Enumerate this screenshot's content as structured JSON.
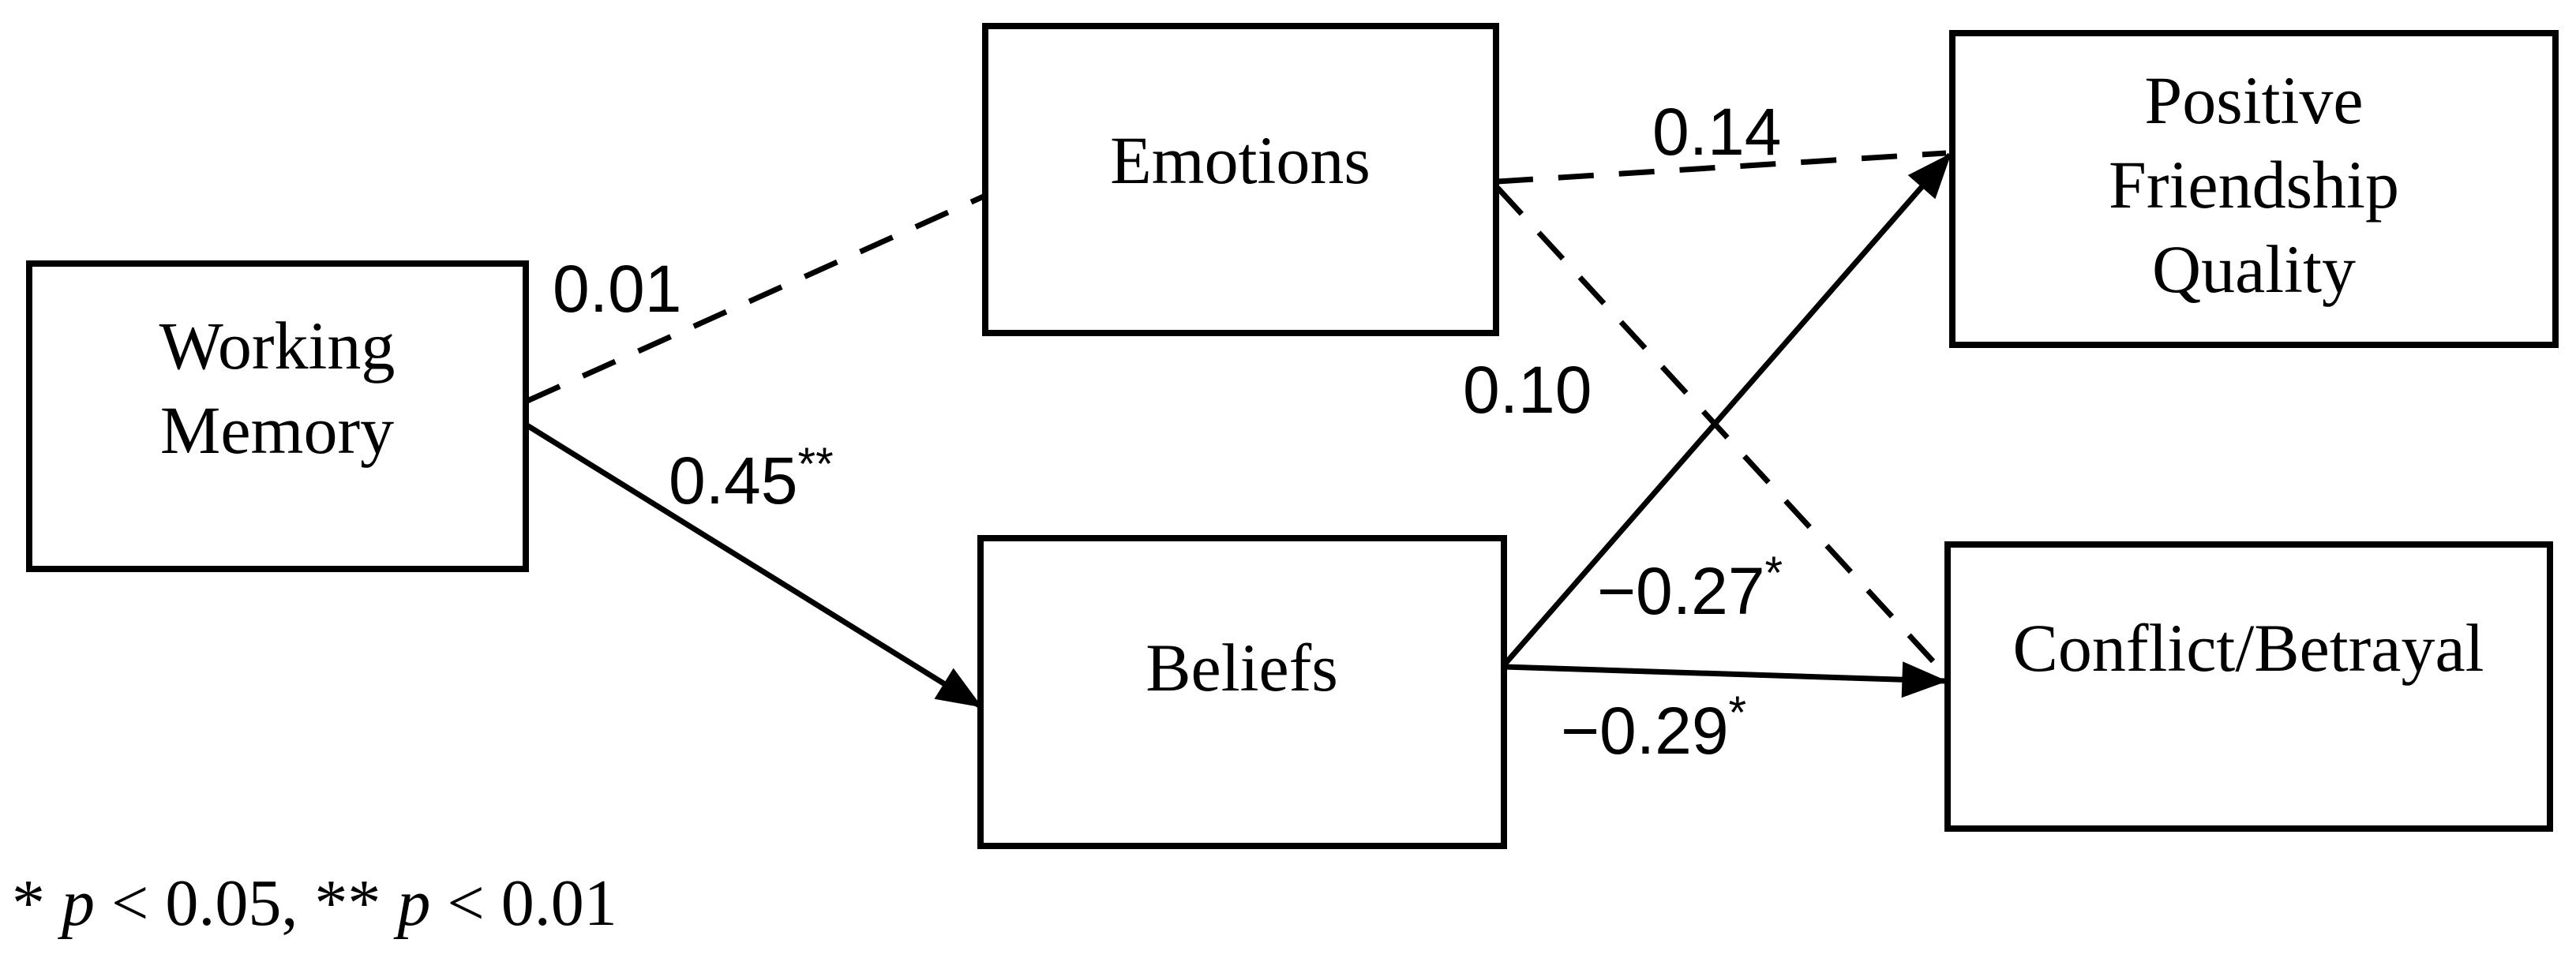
{
  "diagram": {
    "background_color": "#ffffff",
    "line_color": "#000000",
    "text_color": "#000000",
    "nodes": {
      "working_memory": {
        "line1": "Working",
        "line2": "Memory"
      },
      "emotions": {
        "label": "Emotions"
      },
      "beliefs": {
        "label": "Beliefs"
      },
      "positive_friendship_quality": {
        "line1": "Positive",
        "line2": "Friendship",
        "line3": "Quality"
      },
      "conflict_betrayal": {
        "label": "Conflict/Betrayal"
      }
    },
    "edges": {
      "wm_emotions": {
        "coefficient": "0.01",
        "sup": "",
        "style": "dashed"
      },
      "wm_beliefs": {
        "coefficient": "0.45",
        "sup": "**",
        "style": "solid"
      },
      "emotions_pfq": {
        "coefficient": "0.14",
        "sup": "",
        "style": "dashed"
      },
      "emotions_cb": {
        "coefficient": "0.10",
        "sup": "",
        "style": "dashed"
      },
      "beliefs_pfq": {
        "coefficient": "−0.27",
        "sup": "*",
        "style": "solid"
      },
      "beliefs_cb": {
        "coefficient": "−0.29",
        "sup": "*",
        "style": "solid"
      }
    },
    "footnote": {
      "parts": [
        "* ",
        "p",
        " < 0.05, ** ",
        "p",
        " < 0.01"
      ]
    }
  }
}
